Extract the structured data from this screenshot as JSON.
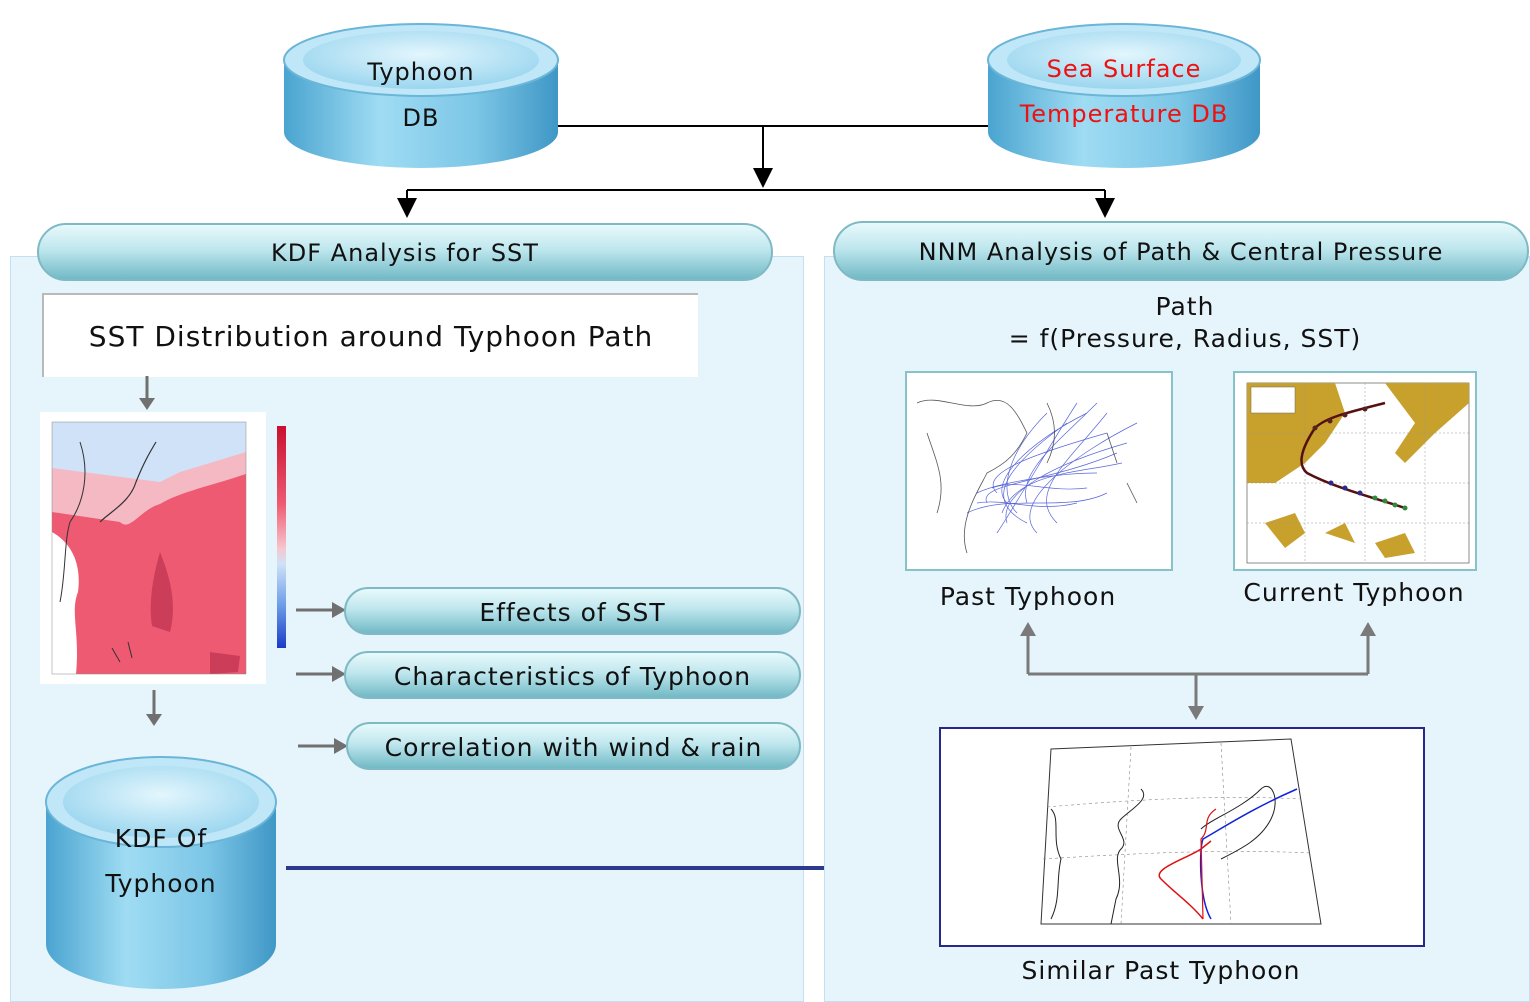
{
  "sources": {
    "typhoon_db": {
      "line1": "Typhoon",
      "line2": "DB"
    },
    "sst_db": {
      "line1": "Sea Surface",
      "line2": "Temperature DB",
      "text_color": "#ee1111"
    }
  },
  "left_panel": {
    "header": "KDF  Analysis for SST",
    "sst_box_title": "SST Distribution around Typhoon Path",
    "effects": [
      "Effects of SST",
      "Characteristics of Typhoon",
      "Correlation with wind & rain"
    ],
    "kdf_db": {
      "line1": "KDF Of",
      "line2": "Typhoon"
    }
  },
  "right_panel": {
    "header": "NNM Analysis of Path & Central Pressure",
    "formula_line1": "Path",
    "formula_line2": "= f(Pressure, Radius, SST)",
    "past_caption": "Past Typhoon",
    "current_caption": "Current Typhoon",
    "similar_caption": "Similar Past Typhoon"
  },
  "colors": {
    "panel_bg": "#e6f4fc",
    "cylinder": "#7ec8e8",
    "pill": "#bfe7ee",
    "sst_warm": "#ee5a72",
    "sst_cool": "#cfe2f7",
    "land": "#c8a02c",
    "past_tracks": "#2233cc",
    "similar_track_red": "#dd1111",
    "similar_track_blue": "#1122dd"
  },
  "icons": [
    "cylinder-db-icon",
    "arrow-down-icon",
    "arrow-right-icon",
    "arrow-up-icon"
  ]
}
